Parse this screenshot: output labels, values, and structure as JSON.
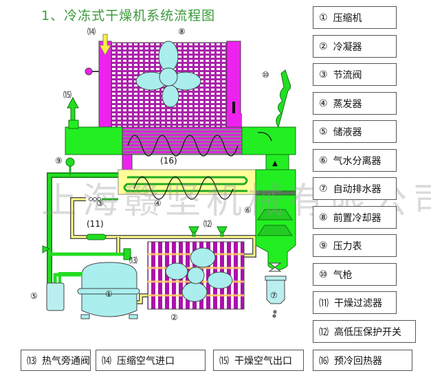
{
  "title": "1、冷冻式干燥机系统流程图",
  "legend_right": [
    {
      "num": "①",
      "label": "压缩机"
    },
    {
      "num": "②",
      "label": "冷凝器"
    },
    {
      "num": "③",
      "label": "节流阀"
    },
    {
      "num": "④",
      "label": "蒸发器"
    },
    {
      "num": "⑤",
      "label": "储液器"
    },
    {
      "num": "⑥",
      "label": "气水分离器"
    },
    {
      "num": "⑦",
      "label": "自动排水器"
    },
    {
      "num": "⑧",
      "label": "前置冷却器"
    },
    {
      "num": "⑨",
      "label": "压力表"
    },
    {
      "num": "⑩",
      "label": "气枪"
    },
    {
      "num": "⑾",
      "label": "干燥过滤器"
    },
    {
      "num": "⑿",
      "label": "高低压保护开关"
    }
  ],
  "legend_bottom": [
    {
      "num": "⒀",
      "label": "热气旁通阀"
    },
    {
      "num": "⒁",
      "label": "压缩空气进口"
    },
    {
      "num": "⒂",
      "label": "干燥空气出口"
    },
    {
      "num": "⒃",
      "label": "预冷回热器"
    }
  ],
  "diagram_labels": {
    "compressor": "①",
    "condenser": "②",
    "throttle": "③",
    "evaporator": "④",
    "receiver": "⑤",
    "separator": "⑥",
    "drain": "⑦",
    "precooler": "⑧",
    "gauge": "⑨",
    "air_gun": "⑩",
    "filter": "(11)",
    "switch": "⑿",
    "bypass": "⒀",
    "inlet": "⒁",
    "outlet": "⒂",
    "recuperator": "(16)"
  },
  "watermark": "上海赣坚机械有限公司",
  "colors": {
    "green": "#22dd22",
    "magenta": "#dd22dd",
    "yellow": "#ffff99",
    "cyan": "#aaeeee",
    "title": "#3a9a3a"
  }
}
